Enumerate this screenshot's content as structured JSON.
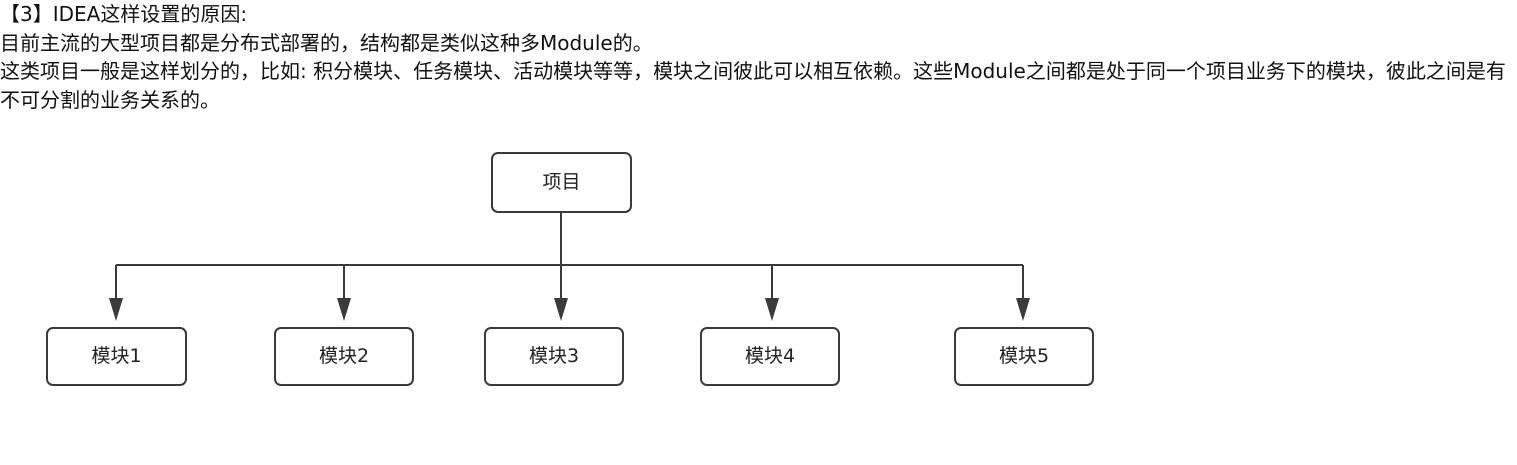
{
  "prose": {
    "lines": [
      "【3】IDEA这样设置的原因:",
      "目前主流的大型项目都是分布式部署的，结构都是类似这种多Module的。"
    ],
    "paragraph": "这类项目一般是这样划分的，比如: 积分模块、任务模块、活动模块等等，模块之间彼此可以相互依赖。这些Module之间都是处于同一个项目业务下的模块，彼此之间是有不可分割的业务关系的。"
  },
  "diagram": {
    "type": "tree",
    "root": {
      "label": "项目"
    },
    "children": [
      {
        "label": "模块1"
      },
      {
        "label": "模块2"
      },
      {
        "label": "模块3"
      },
      {
        "label": "模块4"
      },
      {
        "label": "模块5"
      }
    ],
    "colors": {
      "stroke": "#3a3a3a",
      "box_fill": "#ffffff",
      "text": "#222222"
    }
  }
}
